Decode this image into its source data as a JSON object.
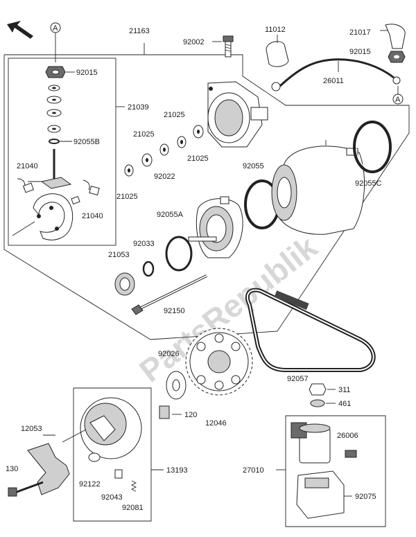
{
  "diagram": {
    "watermark": "PartsRepublik",
    "callout_marker": "A",
    "labels": {
      "l21163": "21163",
      "l92002": "92002",
      "l11012": "11012",
      "l21017": "21017",
      "l92015a": "92015",
      "l92015b": "92015",
      "l26011": "26011",
      "l21039": "21039",
      "l92055b": "92055B",
      "l21040a": "21040",
      "l21040b": "21040",
      "l21025a": "21025",
      "l21025b": "21025",
      "l21025c": "21025",
      "l21025d": "21025",
      "l92022": "92022",
      "l92055": "92055",
      "l92055c": "92055C",
      "l92055a": "92055A",
      "l92033": "92033",
      "l21053": "21053",
      "l92150": "92150",
      "l92026": "92026",
      "l92057": "92057",
      "l311": "311",
      "l461": "461",
      "l120": "120",
      "l12046": "12046",
      "l12053": "12053",
      "l130": "130",
      "l13193": "13193",
      "l92122": "92122",
      "l92043": "92043",
      "l92081": "92081",
      "l26006": "26006",
      "l27010": "27010",
      "l92075": "92075"
    }
  }
}
